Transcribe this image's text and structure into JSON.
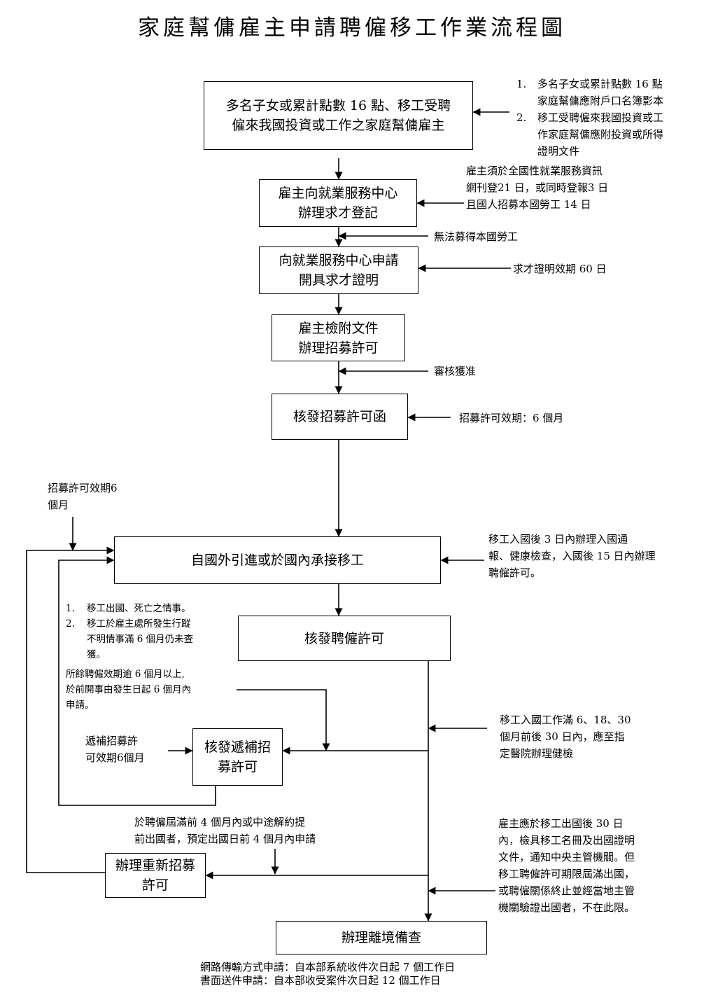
{
  "title": "家庭幫傭雇主申請聘僱移工作業流程圖",
  "boxes": {
    "b1": [
      "多名子女或累計點數 16 點、移工受聘",
      "僱來我國投資或工作之家庭幫傭雇主"
    ],
    "b2": [
      "雇主向就業服務中心",
      "辦理求才登記"
    ],
    "b3": [
      "向就業服務中心申請",
      "開具求才證明"
    ],
    "b4": [
      "雇主檢附文件",
      "辦理招募許可"
    ],
    "b5": [
      "核發招募許可函"
    ],
    "b6": [
      "自國外引進或於國內承接移工"
    ],
    "b7": [
      "核發聘僱許可"
    ],
    "b8": [
      "核發遞補招",
      "募許可"
    ],
    "b9": [
      "辦理重新招募",
      "許可"
    ],
    "b10": [
      "辦理離境備查"
    ]
  },
  "notes": {
    "n1_num": [
      "1.",
      "",
      "2.",
      "",
      ""
    ],
    "n1": [
      "多名子女或累計點數 16 點",
      "家庭幫傭應附戶口名簿影本",
      "移工受聘僱來我國投資或工",
      "作家庭幫傭應附投資或所得",
      "證明文件"
    ],
    "n2": [
      "雇主須於全國性就業服務資訊",
      "網刊登21 日，或同時登報3 日",
      "且國人招募本國勞工 14 日"
    ],
    "n3": "無法募得本國勞工",
    "n4": "求才證明效期 60 日",
    "n5": "審核獲准",
    "n6": "招募許可效期：6 個月",
    "n7": [
      "招募許可效期6",
      "個月"
    ],
    "n8": [
      "移工入國後 3 日內辦理入國通",
      "報、健康檢查，入國後 15 日內辦理",
      "聘僱許可。"
    ],
    "n9_num": [
      "1.",
      "2.",
      "",
      ""
    ],
    "n9": [
      "移工出國、死亡之情事。",
      "移工於雇主處所發生行蹤",
      "不明情事滿 6 個月仍未查",
      "獲。"
    ],
    "n10": [
      "所餘聘僱效期逾 6 個月以上,",
      "於前開事由發生日起 6 個月內",
      "申請。"
    ],
    "n11": [
      "移工入國工作滿 6、18、30",
      "個月前後 30 日內，應至指",
      "定醫院辦理健檢"
    ],
    "n12": [
      "遞補招募許",
      "可效期6個月"
    ],
    "n13": [
      "於聘僱屆滿前 4 個月內或中途解約提",
      "前出國者，預定出國日前 4 個月內申請"
    ],
    "n14": [
      "雇主應於移工出國後 30 日",
      "內，檢具移工名冊及出國證明",
      "文件，通知中央主管機關。但",
      "移工聘僱許可期限屆滿出國，",
      "或聘僱關係終止並經當地主管",
      "機關驗證出國者，不在此限。"
    ],
    "footer": [
      "網路傳輸方式申請：自本部系統收件次日起 7 個工作日",
      "書面送件申請：自本部收受案件次日起 12 個工作日"
    ]
  }
}
